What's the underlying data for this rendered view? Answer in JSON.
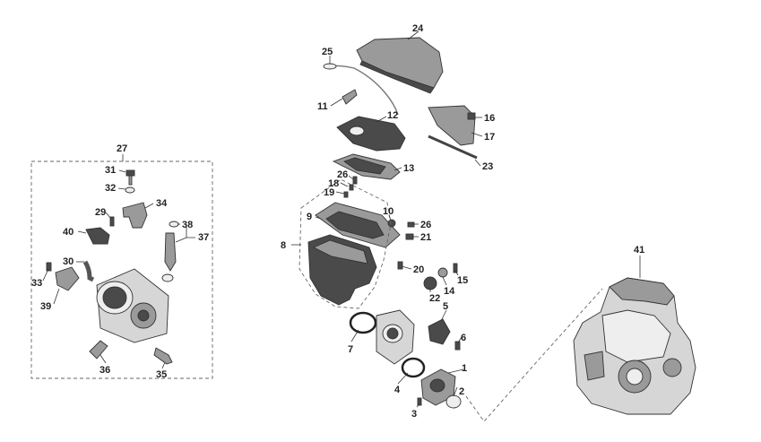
{
  "callouts": {
    "c1": "1",
    "c2": "2",
    "c3": "3",
    "c4": "4",
    "c5": "5",
    "c6": "6",
    "c7": "7",
    "c8": "8",
    "c9": "9",
    "c10": "10",
    "c11": "11",
    "c12": "12",
    "c13": "13",
    "c14": "14",
    "c15": "15",
    "c16": "16",
    "c17": "17",
    "c18": "18",
    "c19": "19",
    "c20": "20",
    "c21": "21",
    "c22": "22",
    "c23": "23",
    "c24": "24",
    "c25": "25",
    "c26a": "26",
    "c26b": "26",
    "c27": "27",
    "c29": "29",
    "c30": "30",
    "c31": "31",
    "c32": "32",
    "c33": "33",
    "c34": "34",
    "c35": "35",
    "c36": "36",
    "c37": "37",
    "c38": "38",
    "c39": "39",
    "c40": "40",
    "c41": "41"
  },
  "colors": {
    "background": "#ffffff",
    "part_dark": "#4a4a4a",
    "part_mid": "#9a9a9a",
    "part_light": "#d6d6d6",
    "label": "#222222"
  }
}
